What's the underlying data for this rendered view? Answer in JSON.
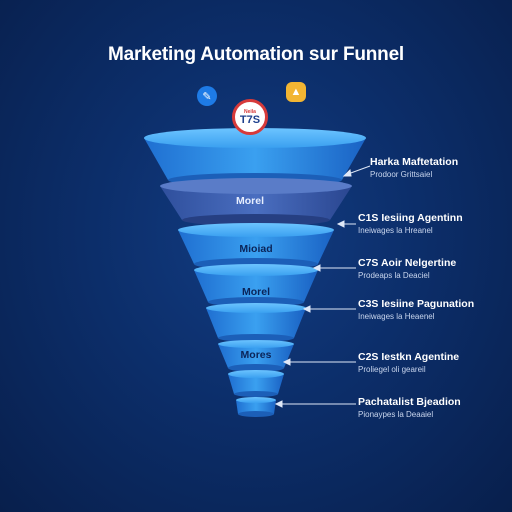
{
  "title": "Marketing Automation sur Funnel",
  "badge": {
    "top": "Neila",
    "main": "T7S"
  },
  "icons": [
    "wrench-icon",
    "bell-icon"
  ],
  "colors": {
    "background": "#0c2e6a",
    "funnel_main": "#2f8be0",
    "funnel_band": "#3c5fb0",
    "badge_red": "#d73a3a",
    "bell_yellow": "#f2b533"
  },
  "segments": [
    {
      "text": ""
    },
    {
      "text": "Morel"
    },
    {
      "text": "Mioiad"
    },
    {
      "text": "Morel"
    },
    {
      "text": ""
    },
    {
      "text": "Mores"
    },
    {
      "text": ""
    },
    {
      "text": ""
    }
  ],
  "side_labels": [
    {
      "title": "Harka Maftetation",
      "sub": "Prodoor Grittsaiel"
    },
    {
      "title": "C1S Iesiing Agentinn",
      "sub": "Ineiwages la Hreanel"
    },
    {
      "title": "C7S Aoir Nelgertine",
      "sub": "Prodeaps la Deaciel"
    },
    {
      "title": "C3S Iesiine Pagunation",
      "sub": "Ineiwages la Heaenel"
    },
    {
      "title": "C2S Iestkn Agentine",
      "sub": "Proliegel oli geareil"
    },
    {
      "title": "Pachatalist Bjeadion",
      "sub": "Pionaypes la Deaaiel"
    }
  ]
}
